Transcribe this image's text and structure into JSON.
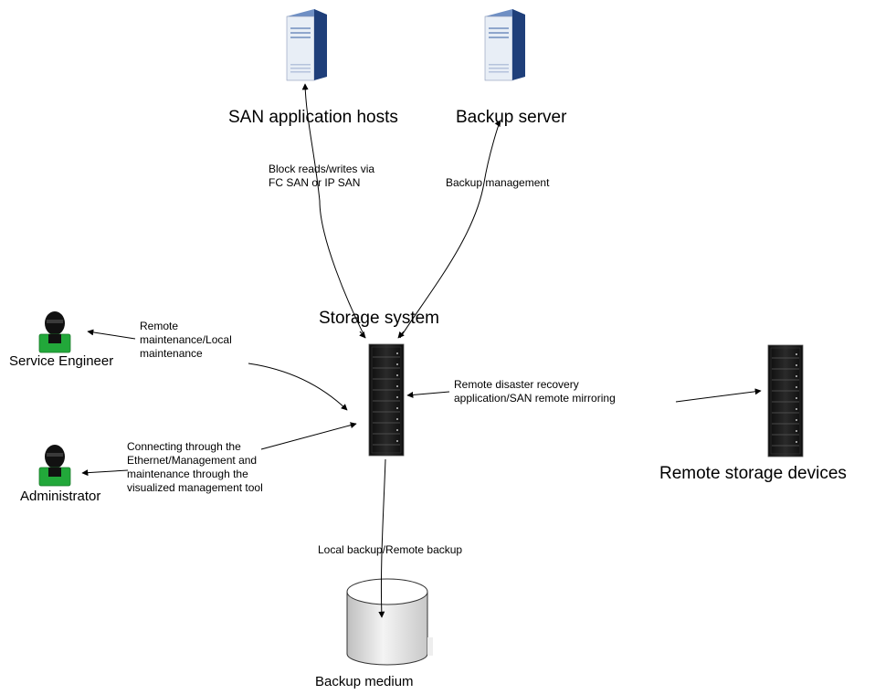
{
  "nodes": {
    "san_hosts": "SAN application hosts",
    "backup_server": "Backup server",
    "storage_system": "Storage system",
    "service_engineer": "Service Engineer",
    "administrator": "Administrator",
    "remote_storage": "Remote storage devices",
    "backup_medium": "Backup medium"
  },
  "edges": {
    "block_rw": "Block reads/writes via FC SAN or IP SAN",
    "backup_mgmt": "Backup management",
    "remote_maint": "Remote maintenance/Local maintenance",
    "eth_mgmt": "Connecting through the Ethernet/Management and maintenance through the visualized management tool",
    "remote_dr": "Remote disaster recovery application/SAN remote mirroring",
    "local_backup": "Local backup/Remote backup"
  },
  "colors": {
    "server_body": "#e8eef6",
    "server_side": "#1f3f7a",
    "rack_dark": "#1a1a1a",
    "person_green": "#22a83a",
    "person_black": "#111111"
  },
  "icons": {
    "server": "server-tower-icon",
    "storage": "storage-rack-icon",
    "person": "person-icon",
    "disk": "disk-cylinder-icon"
  }
}
